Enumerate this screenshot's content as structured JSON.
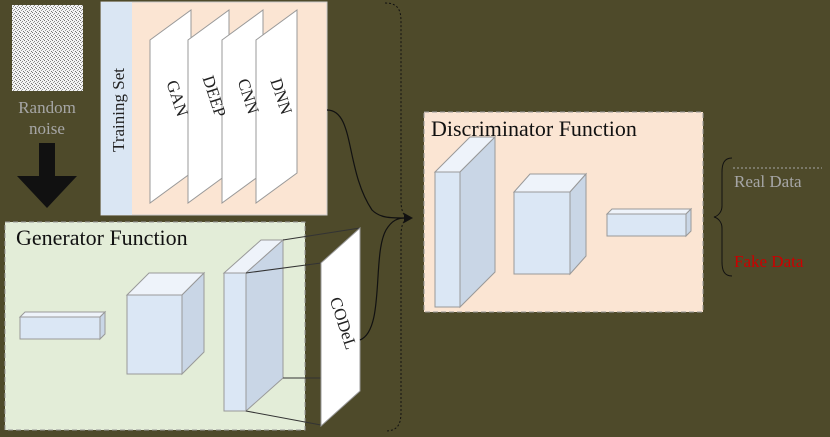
{
  "noise": {
    "line1": "Random",
    "line2": "noise"
  },
  "training_set": {
    "label": "Training Set",
    "sheets": [
      "GAN",
      "DEEP",
      "CNN",
      "DNN"
    ]
  },
  "generator": {
    "title": "Generator Function",
    "output_label": "CODeL"
  },
  "discriminator": {
    "title": "Discriminator Function"
  },
  "outputs": {
    "real": "Real Data",
    "fake": "Fake Data"
  },
  "colors": {
    "background": "#4e4a2a",
    "training_panel": "#fbe5d3",
    "training_label_bar": "#dae6f3",
    "generator_panel": "#e3edd8",
    "discriminator_panel": "#fbe5d3",
    "box_face": "#dbe7f5",
    "real_text": "#a6a6a6",
    "fake_text": "#cc0000"
  }
}
